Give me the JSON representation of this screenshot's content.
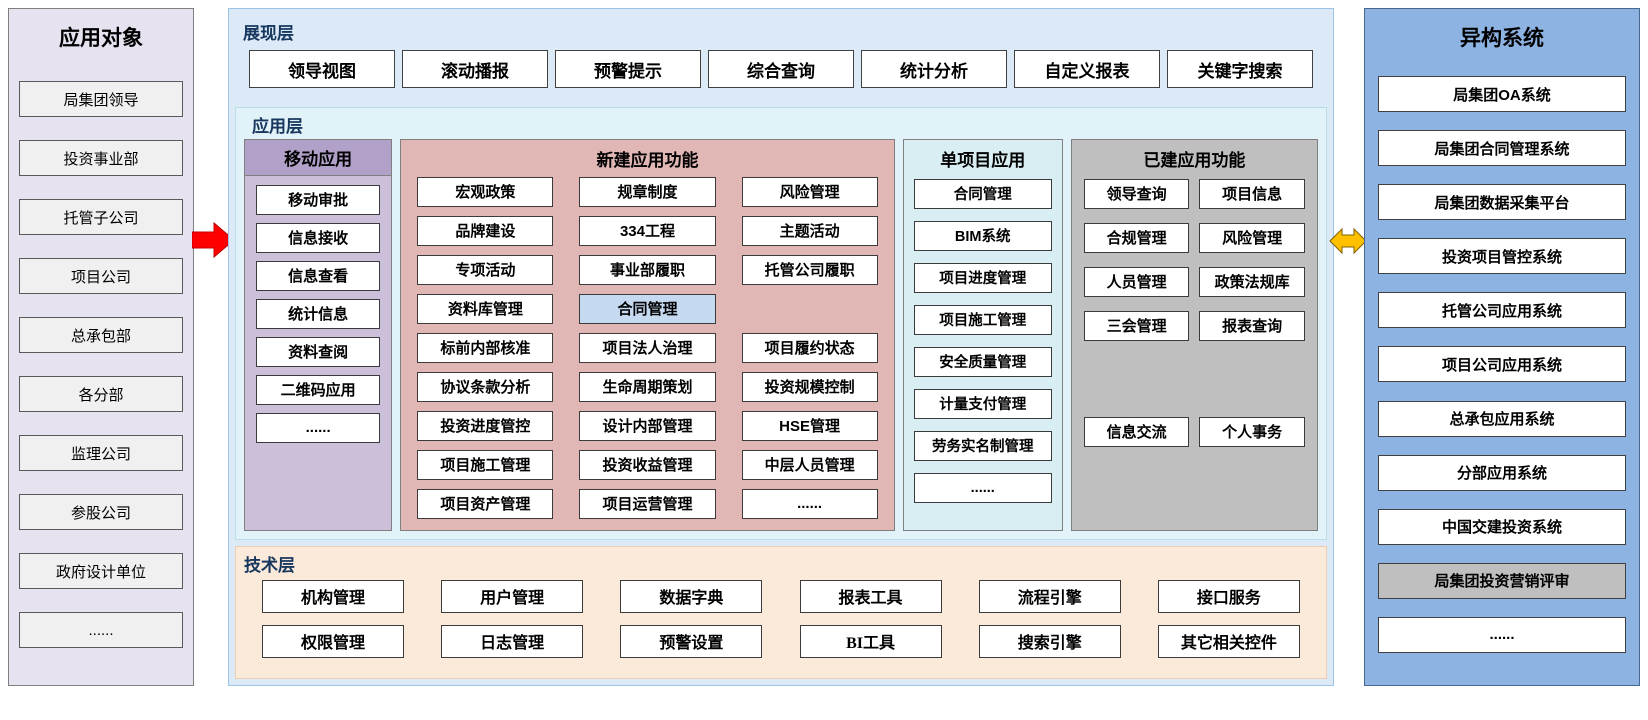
{
  "left_panel": {
    "title": "应用对象",
    "items": [
      "局集团领导",
      "投资事业部",
      "托管子公司",
      "项目公司",
      "总承包部",
      "各分部",
      "监理公司",
      "参股公司",
      "政府设计单位",
      "......"
    ]
  },
  "presentation_layer": {
    "title": "展现层",
    "items": [
      "领导视图",
      "滚动播报",
      "预警提示",
      "综合查询",
      "统计分析",
      "自定义报表",
      "关键字搜索"
    ]
  },
  "application_layer": {
    "title": "应用层",
    "mobile": {
      "title": "移动应用",
      "items": [
        "移动审批",
        "信息接收",
        "信息查看",
        "统计信息",
        "资料查阅",
        "二维码应用",
        "......"
      ]
    },
    "new_apps": {
      "title": "新建应用功能",
      "col1": [
        "宏观政策",
        "品牌建设",
        "专项活动",
        "资料库管理",
        "标前内部核准",
        "协议条款分析",
        "投资进度管控",
        "项目施工管理",
        "项目资产管理"
      ],
      "col2": [
        "规章制度",
        "334工程",
        "事业部履职",
        "合同管理",
        "项目法人治理",
        "生命周期策划",
        "设计内部管理",
        "投资收益管理",
        "项目运营管理"
      ],
      "col3": [
        "风险管理",
        "主题活动",
        "托管公司履职",
        "项目履约状态",
        "投资规模控制",
        "HSE管理",
        "中层人员管理",
        "......"
      ]
    },
    "single_project": {
      "title": "单项目应用",
      "items": [
        "合同管理",
        "BIM系统",
        "项目进度管理",
        "项目施工管理",
        "安全质量管理",
        "计量支付管理",
        "劳务实名制管理",
        "......"
      ]
    },
    "built_apps": {
      "title": "已建应用功能",
      "items": [
        "领导查询",
        "项目信息",
        "合规管理",
        "风险管理",
        "人员管理",
        "政策法规库",
        "三会管理",
        "报表查询",
        "信息交流",
        "个人事务"
      ]
    }
  },
  "technical_layer": {
    "title": "技术层",
    "row1": [
      "机构管理",
      "用户管理",
      "数据字典",
      "报表工具",
      "流程引擎",
      "接口服务"
    ],
    "row2": [
      "权限管理",
      "日志管理",
      "预警设置",
      "BI工具",
      "搜索引擎",
      "其它相关控件"
    ]
  },
  "right_panel": {
    "title": "异构系统",
    "items": [
      "局集团OA系统",
      "局集团合同管理系统",
      "局集团数据采集平台",
      "投资项目管控系统",
      "托管公司应用系统",
      "项目公司应用系统",
      "总承包应用系统",
      "分部应用系统",
      "中国交建投资系统",
      "局集团投资营销评审",
      "......"
    ]
  },
  "colors": {
    "accent_red": "#FF0000",
    "accent_yellow": "#FFC000",
    "highlight_blue": "#C5D9F1",
    "highlight_gray": "#BFBFBF"
  }
}
